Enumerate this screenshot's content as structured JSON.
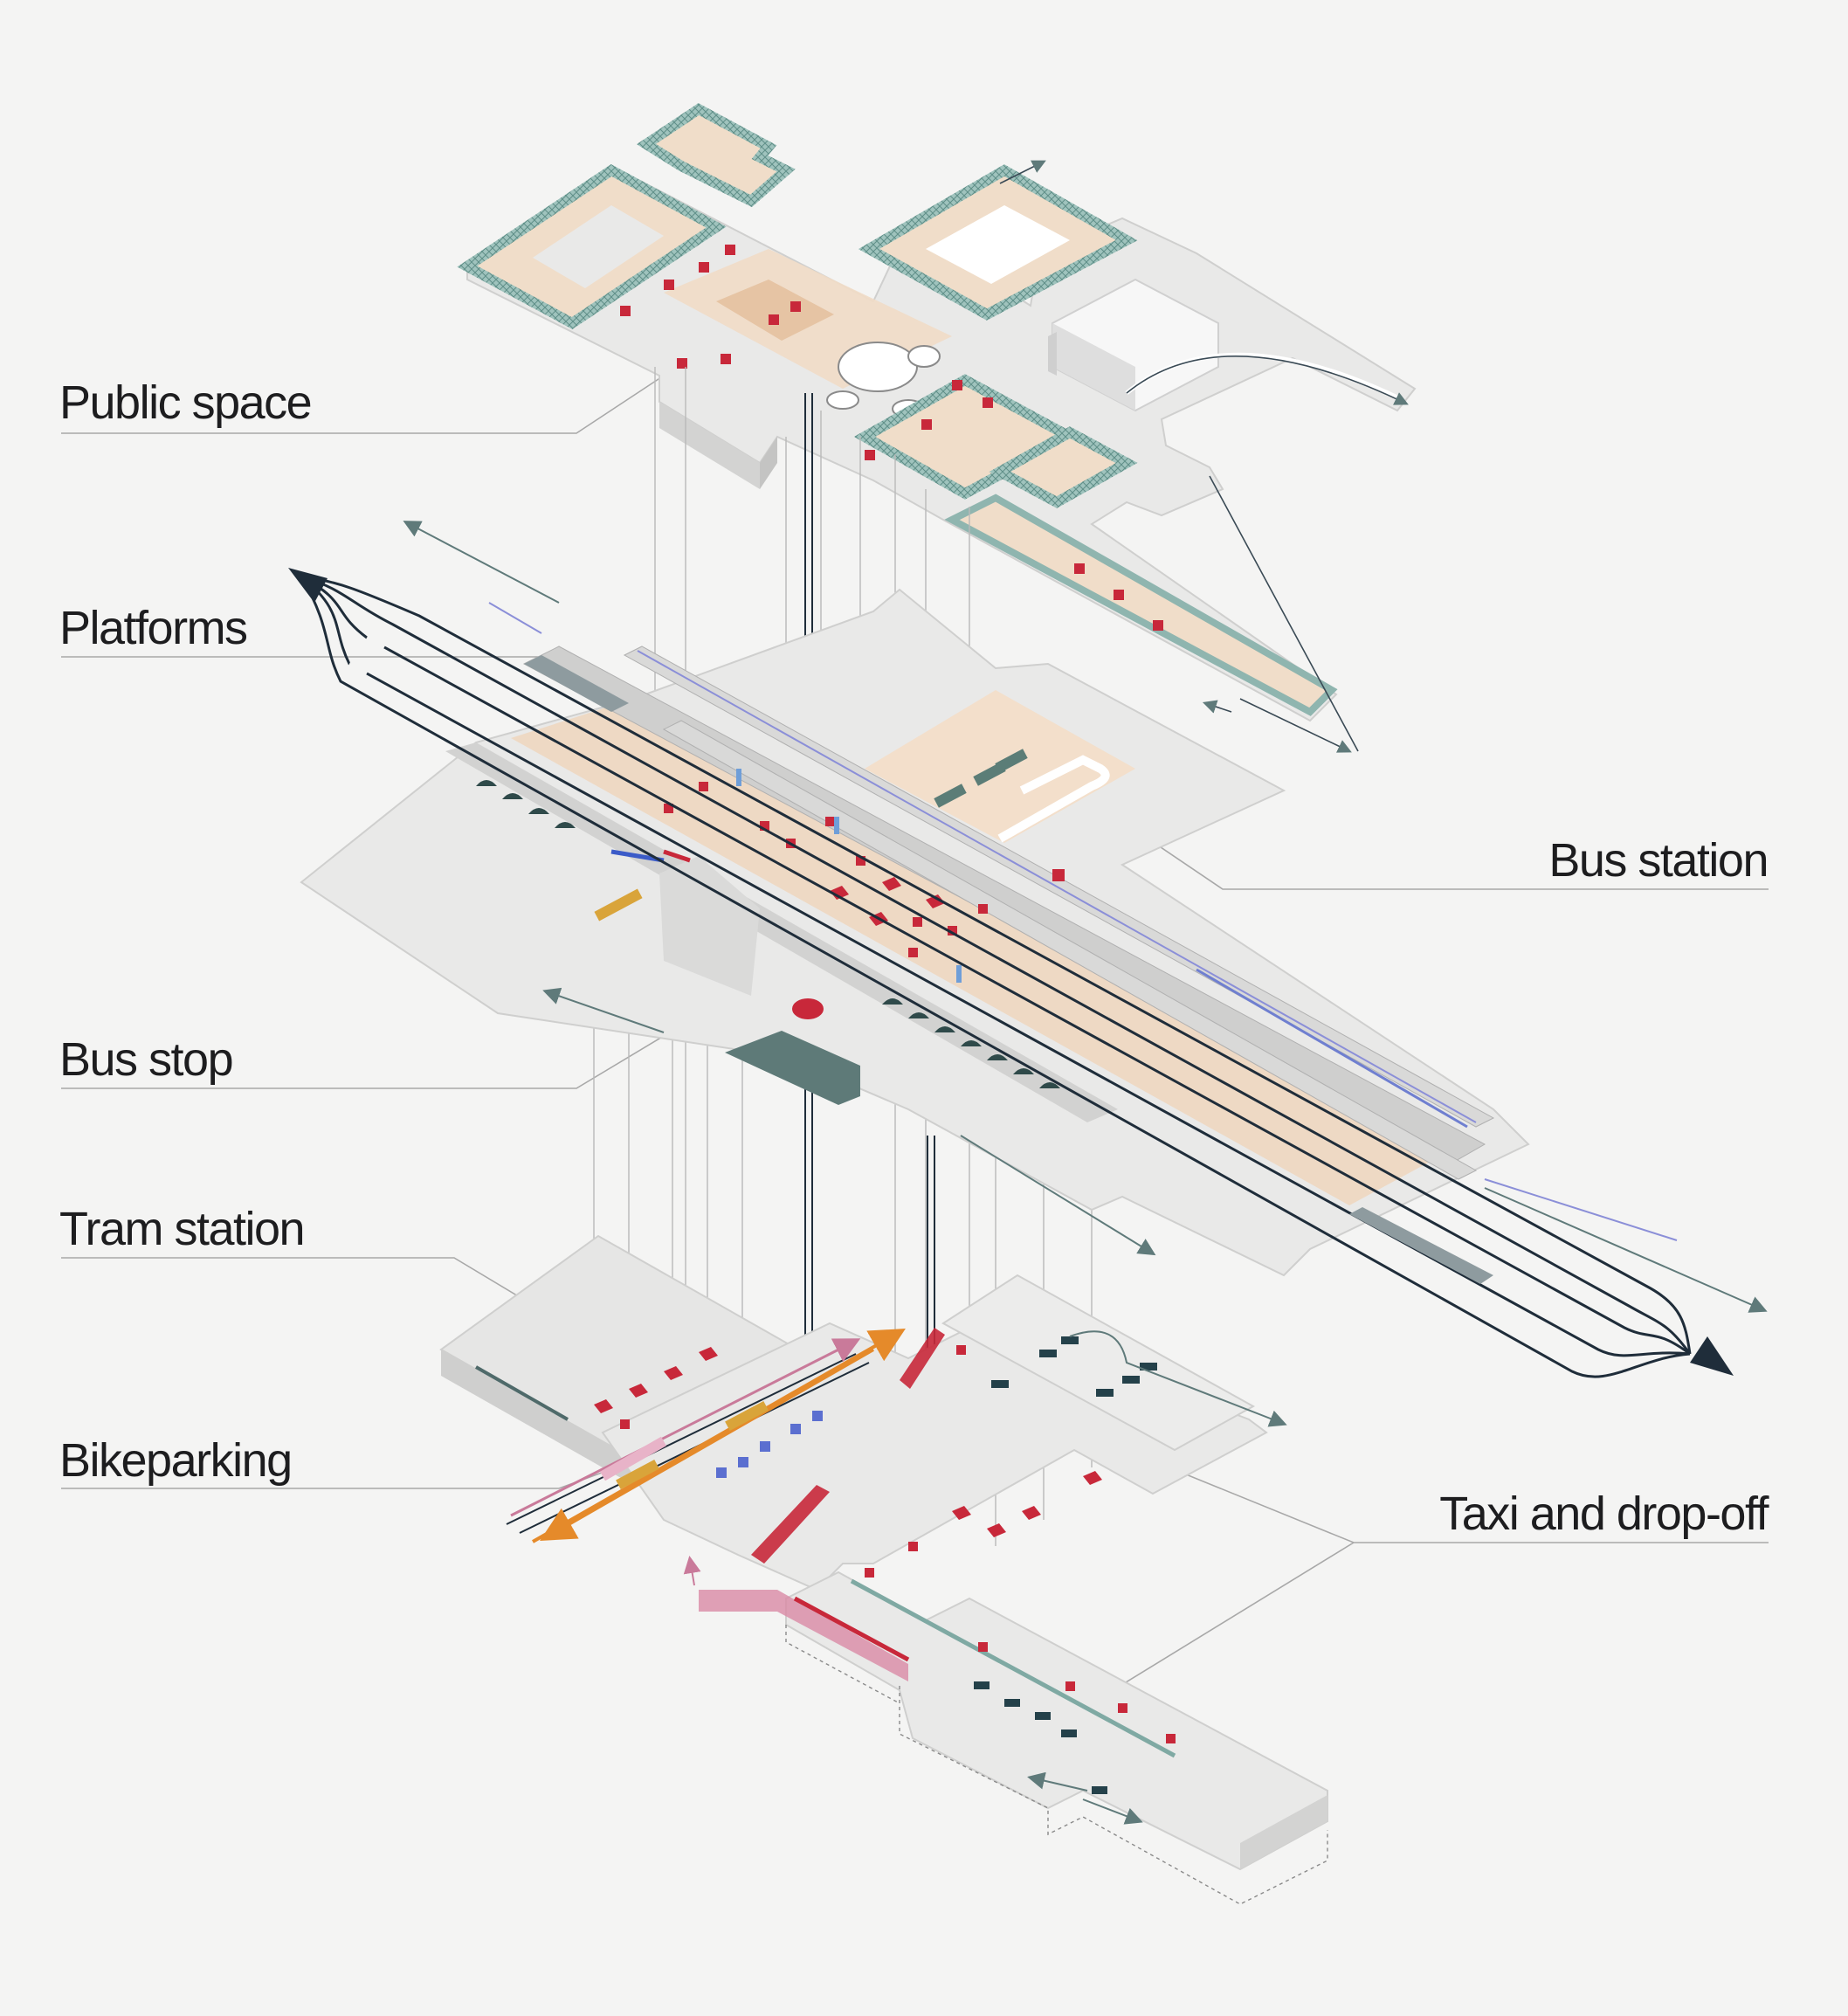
{
  "labels": {
    "public_space": "Public space",
    "platforms": "Platforms",
    "bus_station": "Bus station",
    "bus_stop": "Bus stop",
    "tram_station": "Tram station",
    "bikeparking": "Bikeparking",
    "taxi_dropoff": "Taxi and drop-off"
  },
  "colors": {
    "background": "#f4f4f3",
    "slab": "#e9e9e8",
    "slab_edge": "#c9c9c8",
    "wall": "#d6d6d5",
    "glass": "#7fa9a3",
    "floor_warm": "#eed9c4",
    "track": "#1f2d3a",
    "accent_red": "#c8283a",
    "accent_pink": "#c97a9a",
    "accent_orange": "#e58a2a",
    "accent_blue": "#6f7fd0",
    "leader": "#9a9a9a",
    "arrow": "#5f7a7a"
  }
}
